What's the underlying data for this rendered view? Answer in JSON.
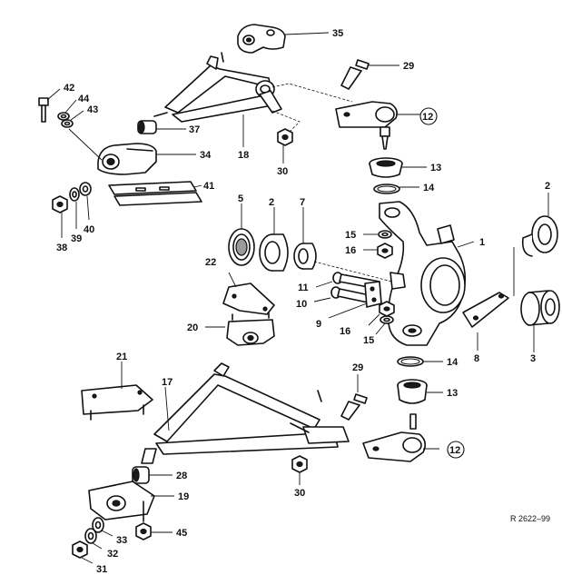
{
  "callouts": {
    "c1": "1",
    "c2a": "2",
    "c2b": "2",
    "c3": "3",
    "c5": "5",
    "c7": "7",
    "c8": "8",
    "c9": "9",
    "c10": "10",
    "c11": "11",
    "c12a": "12",
    "c12b": "12",
    "c13a": "13",
    "c13b": "13",
    "c14a": "14",
    "c14b": "14",
    "c15a": "15",
    "c15b": "15",
    "c16a": "16",
    "c16b": "16",
    "c17": "17",
    "c18": "18",
    "c19": "19",
    "c20": "20",
    "c21": "21",
    "c22": "22",
    "c28": "28",
    "c29a": "29",
    "c29b": "29",
    "c30a": "30",
    "c30b": "30",
    "c31": "31",
    "c32": "32",
    "c33": "33",
    "c34": "34",
    "c35": "35",
    "c37": "37",
    "c38": "38",
    "c39": "39",
    "c40": "40",
    "c41": "41",
    "c42": "42",
    "c43": "43",
    "c44": "44",
    "c45": "45"
  },
  "reference_code": "R 2622–99"
}
